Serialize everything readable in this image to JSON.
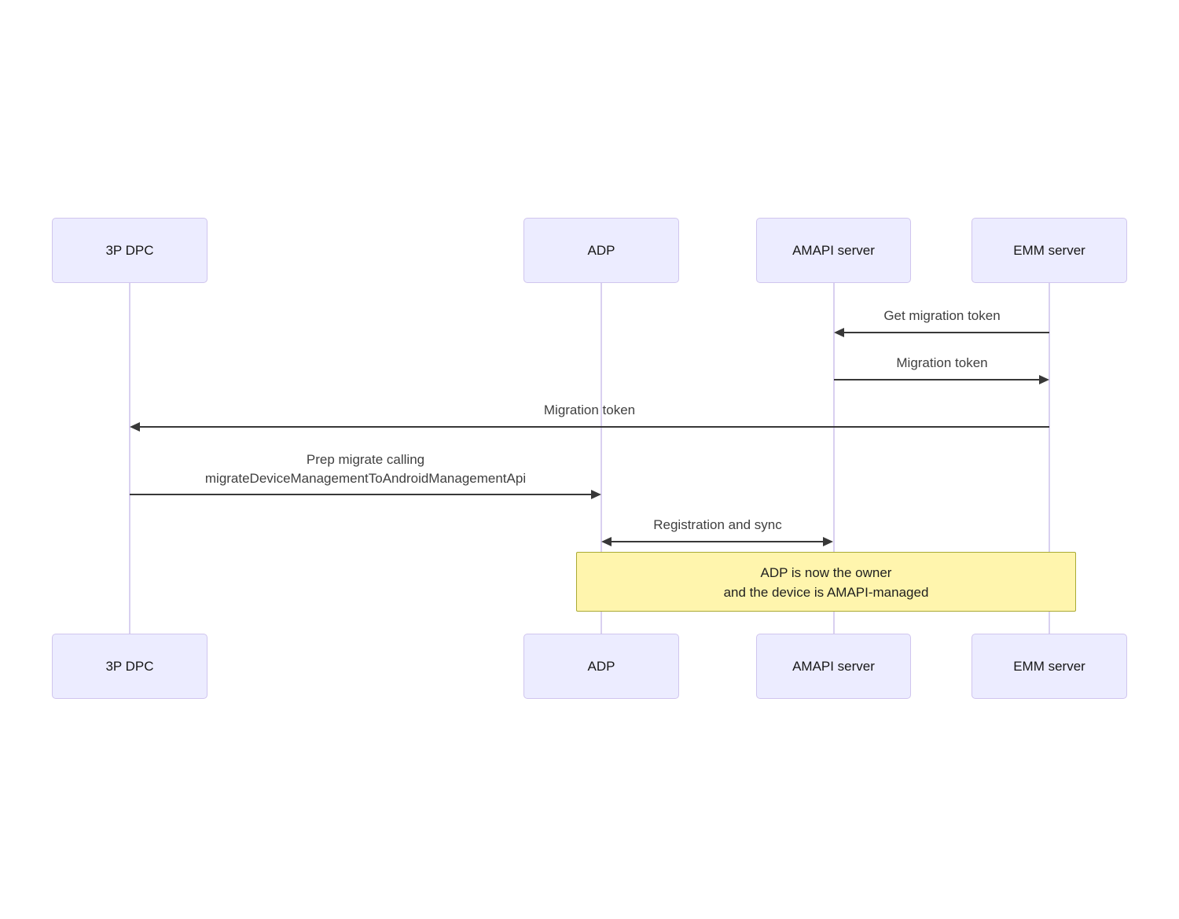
{
  "diagram": {
    "kind": "sequence-diagram",
    "actors": [
      {
        "id": "3p-dpc",
        "label": "3P DPC"
      },
      {
        "id": "adp",
        "label": "ADP"
      },
      {
        "id": "amapi-server",
        "label": "AMAPI server"
      },
      {
        "id": "emm-server",
        "label": "EMM server"
      }
    ],
    "messages": [
      {
        "from": "EMM server",
        "to": "AMAPI server",
        "direction": "left",
        "label": "Get migration token"
      },
      {
        "from": "AMAPI server",
        "to": "EMM server",
        "direction": "right",
        "label": "Migration token"
      },
      {
        "from": "EMM server",
        "to": "3P DPC",
        "direction": "left",
        "label": "Migration token"
      },
      {
        "from": "3P DPC",
        "to": "ADP",
        "direction": "right",
        "label": "Prep migrate calling\nmigrateDeviceManagementToAndroidManagementApi"
      },
      {
        "from": "ADP",
        "to": "AMAPI server",
        "direction": "both",
        "label": "Registration and sync"
      }
    ],
    "note": {
      "spans_from": "ADP",
      "spans_to": "EMM server",
      "text": "ADP is now the owner\nand the device is AMAPI-managed"
    },
    "colors": {
      "actor_fill": "#ECECFF",
      "actor_border": "#D0C5EE",
      "lifeline": "#D9D0F0",
      "arrow": "#383838",
      "message_text": "#3F3F3F",
      "note_fill": "#FFF5AD",
      "note_border": "#AAAA33"
    }
  }
}
